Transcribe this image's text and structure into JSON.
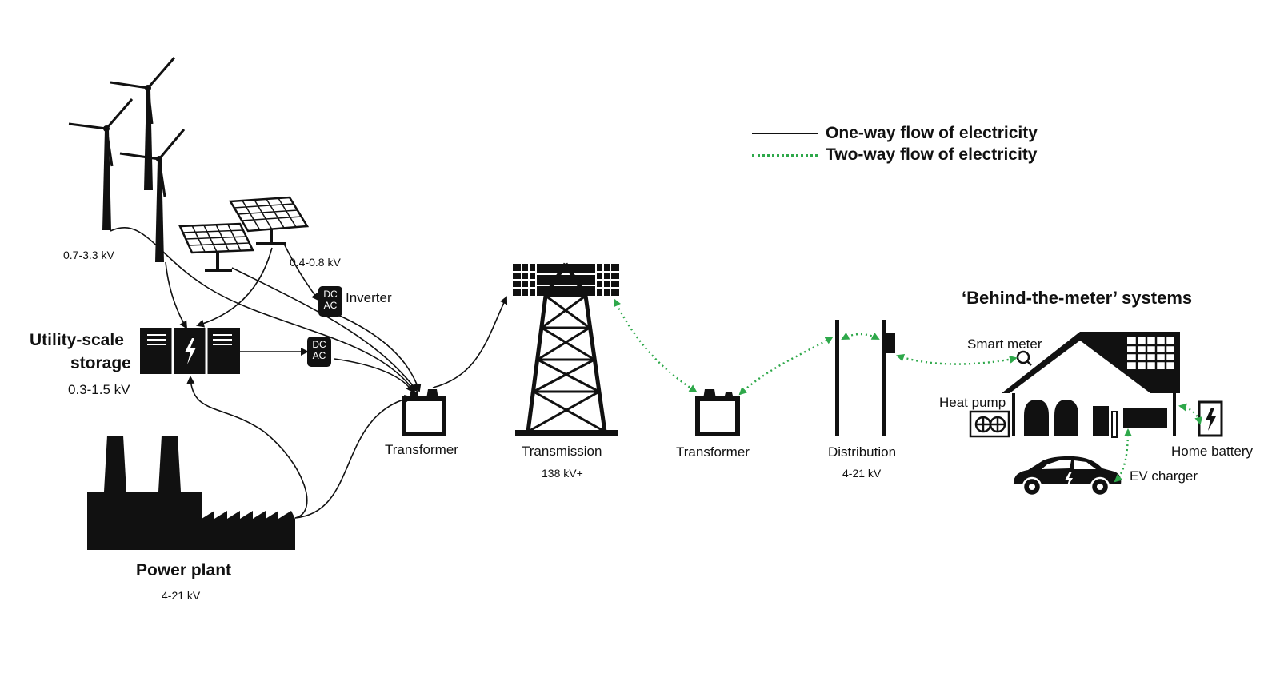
{
  "legend": {
    "one_way": {
      "label": "One-way flow of electricity",
      "color": "#111111",
      "style": "solid"
    },
    "two_way": {
      "label": "Two-way flow of electricity",
      "color": "#2ea84a",
      "style": "dotted"
    }
  },
  "nodes": {
    "wind": {
      "voltage": "0.7-3.3 kV",
      "icon": "wind-turbine-icon"
    },
    "solar": {
      "voltage": "0.4-0.8 kV",
      "icon": "solar-panel-icon"
    },
    "inverter": {
      "label": "Inverter",
      "dc": "DC",
      "ac": "AC",
      "icon": "inverter-icon"
    },
    "storage": {
      "label_line1": "Utility-scale",
      "label_line2": "storage",
      "voltage": "0.3-1.5 kV",
      "icon": "battery-storage-icon"
    },
    "storage_inverter": {
      "dc": "DC",
      "ac": "AC",
      "icon": "inverter-icon"
    },
    "power_plant": {
      "label": "Power plant",
      "voltage": "4-21 kV",
      "icon": "factory-icon"
    },
    "transformer_step_up": {
      "label": "Transformer",
      "icon": "transformer-icon"
    },
    "transmission": {
      "label": "Transmission",
      "voltage": "138 kV+",
      "icon": "transmission-tower-icon"
    },
    "transformer_step_down": {
      "label": "Transformer",
      "icon": "transformer-icon"
    },
    "distribution": {
      "label": "Distribution",
      "voltage": "4-21 kV",
      "icon": "utility-pole-icon"
    },
    "behind_meter": {
      "title": "‘Behind-the-meter’ systems",
      "smart_meter": "Smart meter",
      "heat_pump": "Heat pump",
      "home_battery": "Home battery",
      "ev_charger": "EV charger",
      "icons": [
        "house-icon",
        "smart-meter-icon",
        "heat-pump-icon",
        "home-battery-icon",
        "electric-car-icon"
      ]
    }
  }
}
